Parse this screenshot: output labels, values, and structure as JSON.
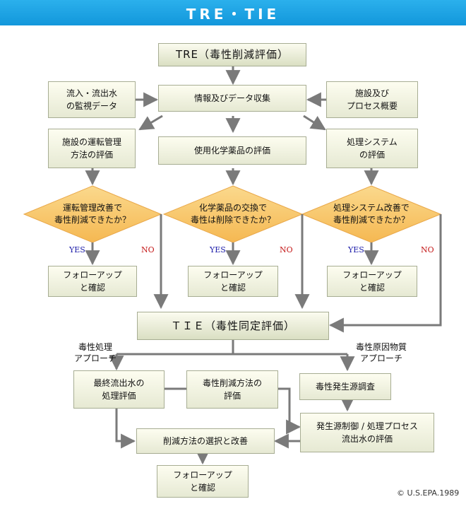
{
  "header": {
    "title": "TRE・TIE"
  },
  "tre": {
    "title": "TRE（毒性削減評価）"
  },
  "info_collect": "情報及びデータ収集",
  "monitor": "流入・流出水\nの監視データ",
  "facility": "施設及び\nプロセス概要",
  "operation_eval": "施設の運転管理\n方法の評価",
  "chemical_eval": "使用化学薬品の評価",
  "system_eval": "処理システム\nの評価",
  "decision_1": "運転管理改善で\n毒性削減できたか？",
  "decision_2": "化学薬品の交換で\n毒性は削除できたか？",
  "decision_3": "処理システム改善で\n毒性削減できたか？",
  "yes_label": "YES",
  "no_label": "NO",
  "followup": "フォローアップ\nと確認",
  "tie": {
    "title": "ＴＩＥ（毒性同定評価）"
  },
  "approach_treatment": "毒性処理\nアプローチ",
  "approach_cause": "毒性原因物質\nアプローチ",
  "final_effluent": "最終流出水の\n処理評価",
  "reduction_method": "毒性削減方法の\n評価",
  "source_survey": "毒性発生源調査",
  "source_control": "発生源制御 / 処理プロセス\n流出水の評価",
  "select_improve": "削減方法の選択と改善",
  "copyright": "© U.S.EPA.1989",
  "colors": {
    "header": "#1a9fe0",
    "diamond": "#f8c56a",
    "box_border": "#a7ad93",
    "arrow": "#7a7a7a",
    "yes": "#1a1aa8",
    "no": "#c41818"
  }
}
